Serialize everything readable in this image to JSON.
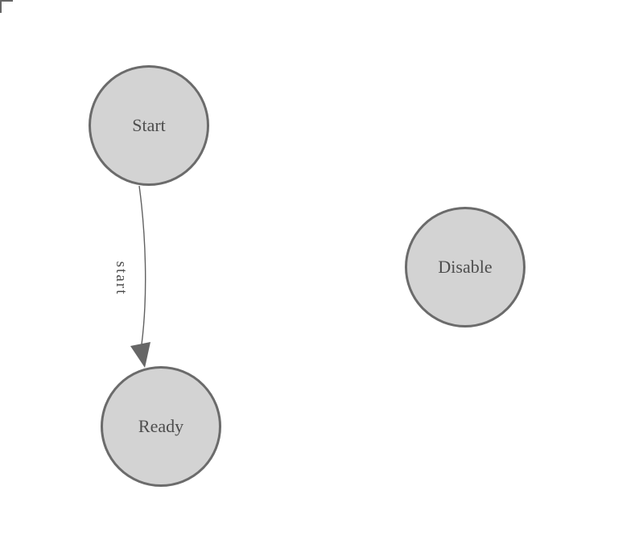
{
  "diagram": {
    "type": "state-machine-graph",
    "nodes": [
      {
        "id": "start",
        "label": "Start"
      },
      {
        "id": "ready",
        "label": "Ready"
      },
      {
        "id": "disable",
        "label": "Disable"
      }
    ],
    "edges": [
      {
        "from": "start",
        "to": "ready",
        "label": "start"
      }
    ],
    "colors": {
      "background": "#ffffff",
      "node_fill": "#d3d3d3",
      "node_border": "#6b6b6b",
      "node_text": "#4d4d4d",
      "edge_line": "#616161",
      "arrowhead": "#666666",
      "corner_mark": "#666666"
    }
  }
}
